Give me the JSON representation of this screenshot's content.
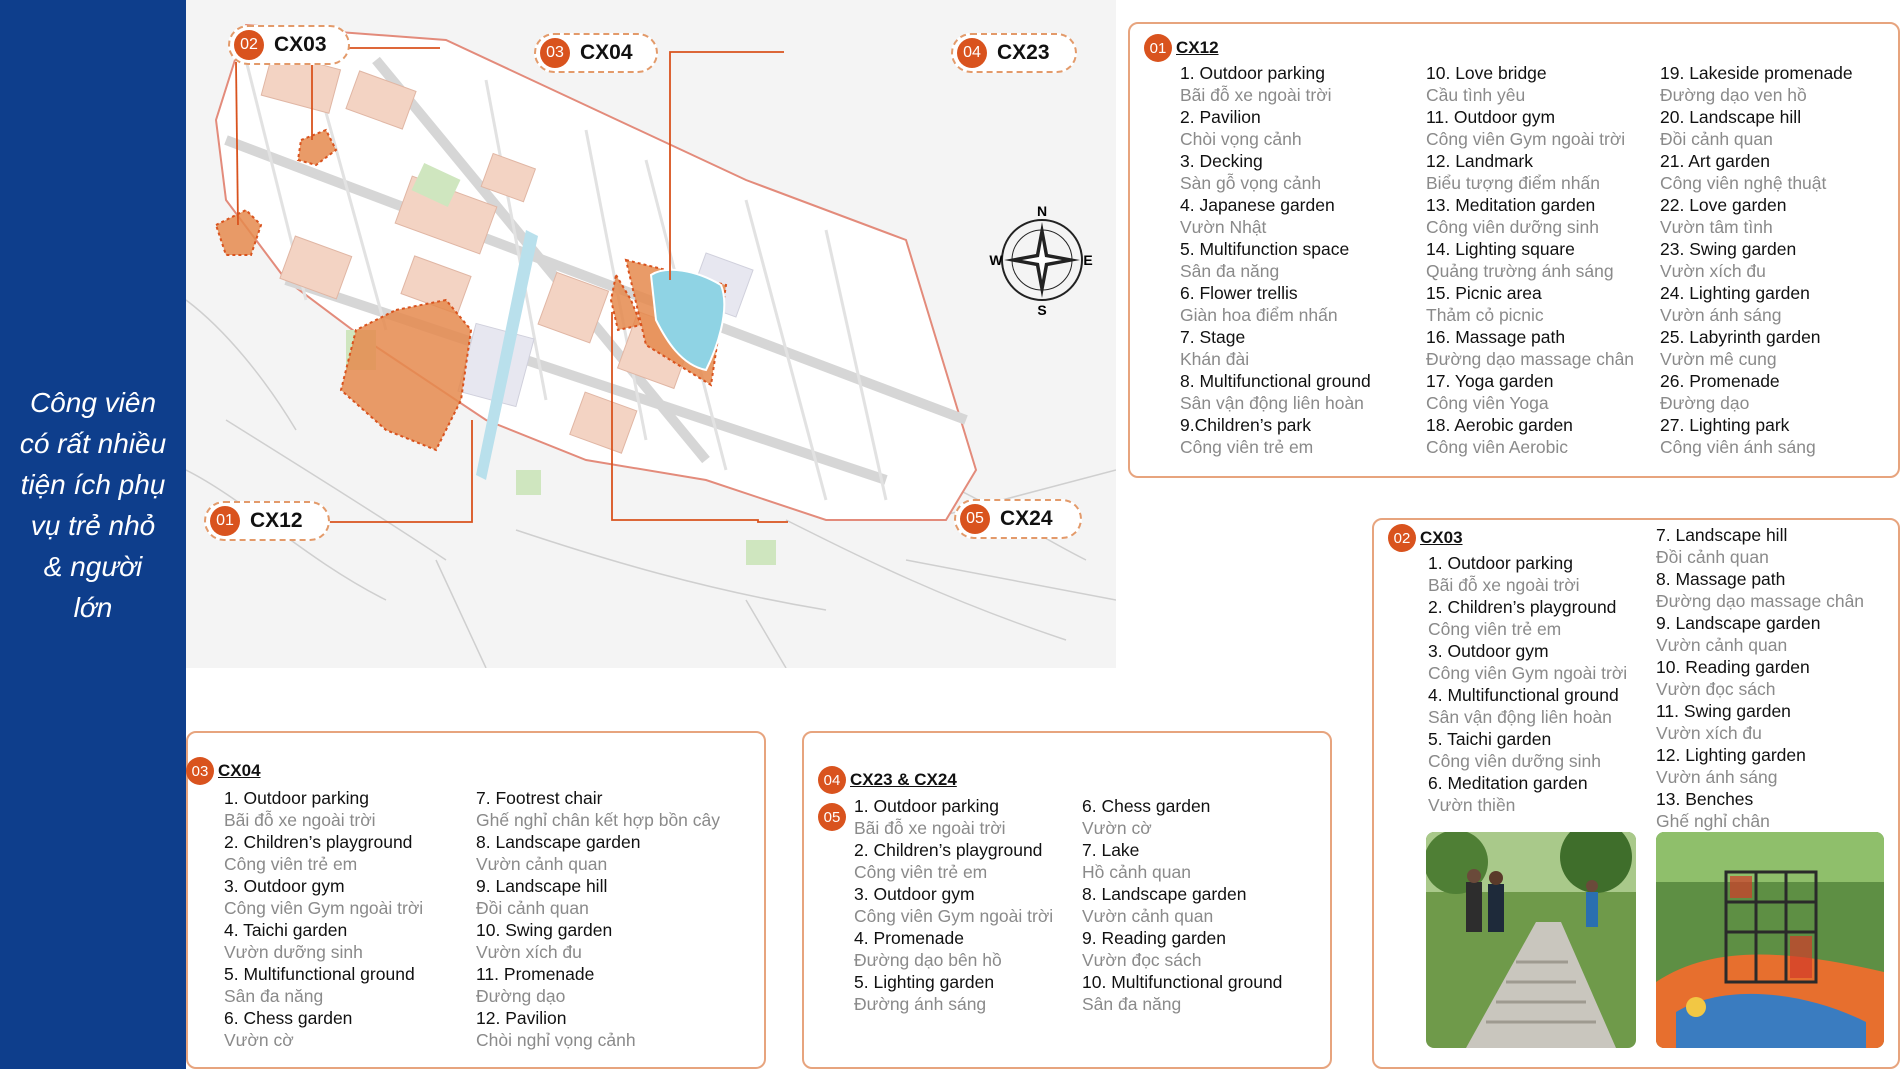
{
  "sidebar": {
    "lines": [
      "Công viên",
      "có rất nhiều",
      "tiện ích phụ",
      "vụ trẻ nhỏ",
      "& người",
      "lớn"
    ]
  },
  "colors": {
    "sidebar": "#0e3e8c",
    "accent": "#d9531e",
    "border": "#e7a47e"
  },
  "map": {
    "compass": [
      "N",
      "E",
      "S",
      "W"
    ],
    "labels": [
      {
        "num": "02",
        "code": "CX03"
      },
      {
        "num": "03",
        "code": "CX04"
      },
      {
        "num": "04",
        "code": "CX23"
      },
      {
        "num": "01",
        "code": "CX12"
      },
      {
        "num": "05",
        "code": "CX24"
      }
    ]
  },
  "cx12": {
    "num": "01",
    "title": "CX12",
    "columns": [
      [
        {
          "en": "1. Outdoor parking",
          "vi": "Bãi đỗ xe ngoài trời"
        },
        {
          "en": "2. Pavilion",
          "vi": "Chòi vọng cảnh"
        },
        {
          "en": "3. Decking",
          "vi": "Sàn gỗ vọng cảnh"
        },
        {
          "en": "4. Japanese garden",
          "vi": "Vườn Nhật"
        },
        {
          "en": "5. Multifunction space",
          "vi": "Sân đa năng"
        },
        {
          "en": "6. Flower trellis",
          "vi": "Giàn hoa điểm nhấn"
        },
        {
          "en": "7. Stage",
          "vi": "Khán đài"
        },
        {
          "en": "8. Multifunctional ground",
          "vi": "Sân vận động liên hoàn"
        },
        {
          "en": "9.Children’s park",
          "vi": "Công viên trẻ em"
        }
      ],
      [
        {
          "en": "10. Love bridge",
          "vi": "Cầu tình yêu"
        },
        {
          "en": "11. Outdoor gym",
          "vi": "Công viên Gym ngoài trời"
        },
        {
          "en": "12. Landmark",
          "vi": "Biểu tượng điểm nhấn"
        },
        {
          "en": "13. Meditation garden",
          "vi": "Công viên dưỡng sinh"
        },
        {
          "en": "14. Lighting square",
          "vi": "Quảng trường ánh sáng"
        },
        {
          "en": "15. Picnic area",
          "vi": "Thảm cỏ picnic"
        },
        {
          "en": "16. Massage path",
          "vi": "Đường dạo massage chân"
        },
        {
          "en": "17. Yoga garden",
          "vi": "Công viên Yoga"
        },
        {
          "en": "18. Aerobic garden",
          "vi": "Công viên Aerobic"
        }
      ],
      [
        {
          "en": "19.  Lakeside promenade",
          "vi": "Đường dạo ven hồ"
        },
        {
          "en": "20. Landscape hill",
          "vi": "Đồi cảnh quan"
        },
        {
          "en": "21. Art garden",
          "vi": "Công viên nghệ thuật"
        },
        {
          "en": "22. Love garden",
          "vi": "Vườn tâm tình"
        },
        {
          "en": "23. Swing garden",
          "vi": "Vườn xích đu"
        },
        {
          "en": "24. Lighting garden",
          "vi": "Vườn ánh sáng"
        },
        {
          "en": "25. Labyrinth garden",
          "vi": "Vườn mê cung"
        },
        {
          "en": "26. Promenade",
          "vi": "Đường dạo"
        },
        {
          "en": "27. Lighting park",
          "vi": "Công viên ánh sáng"
        }
      ]
    ]
  },
  "cx03": {
    "num": "02",
    "title": "CX03",
    "columns": [
      [
        {
          "en": "1. Outdoor parking",
          "vi": "Bãi đỗ xe ngoài trời"
        },
        {
          "en": "2. Children’s playground",
          "vi": "Công viên trẻ em"
        },
        {
          "en": "3. Outdoor gym",
          "vi": "Công viên Gym ngoài trời"
        },
        {
          "en": "4. Multifunctional ground",
          "vi": "Sân vận động liên hoàn"
        },
        {
          "en": "5. Taichi garden",
          "vi": "Công viên dưỡng sinh"
        },
        {
          "en": "6. Meditation garden",
          "vi": "Vườn thiền"
        }
      ],
      [
        {
          "en": "7. Landscape hill",
          "vi": "Đồi cảnh quan"
        },
        {
          "en": "8. Massage path",
          "vi": "Đường dạo massage chân"
        },
        {
          "en": "9. Landscape garden",
          "vi": "Vườn cảnh quan"
        },
        {
          "en": "10. Reading garden",
          "vi": "Vườn đọc sách"
        },
        {
          "en": "11. Swing garden",
          "vi": "Vườn xích đu"
        },
        {
          "en": "12. Lighting garden",
          "vi": "Vườn ánh sáng"
        },
        {
          "en": "13. Benches",
          "vi": "Ghế nghỉ chân"
        }
      ]
    ]
  },
  "cx04": {
    "num": "03",
    "title": "CX04",
    "columns": [
      [
        {
          "en": "1. Outdoor parking",
          "vi": "Bãi đỗ xe ngoài trời"
        },
        {
          "en": "2. Children’s playground",
          "vi": "Công viên trẻ em"
        },
        {
          "en": "3. Outdoor gym",
          "vi": "Công viên Gym ngoài trời"
        },
        {
          "en": "4. Taichi garden",
          "vi": "Vườn dưỡng sinh"
        },
        {
          "en": "5. Multifunctional ground",
          "vi": "Sân đa năng"
        },
        {
          "en": "6. Chess garden",
          "vi": "Vườn cờ"
        }
      ],
      [
        {
          "en": "7. Footrest chair",
          "vi": "Ghế nghỉ chân kết hợp bồn cây"
        },
        {
          "en": "8. Landscape garden",
          "vi": "Vườn cảnh quan"
        },
        {
          "en": "9. Landscape hill",
          "vi": "Đồi cảnh quan"
        },
        {
          "en": "10. Swing garden",
          "vi": "Vườn xích đu"
        },
        {
          "en": "11. Promenade",
          "vi": "Đường dạo"
        },
        {
          "en": "12. Pavilion",
          "vi": "Chòi nghỉ vọng cảnh"
        }
      ]
    ]
  },
  "cx2324": {
    "num1": "04",
    "num2": "05",
    "title": "CX23 & CX24",
    "columns": [
      [
        {
          "en": "1. Outdoor parking",
          "vi": "Bãi đỗ xe ngoài trời"
        },
        {
          "en": "2. Children’s playground",
          "vi": "Công viên trẻ em"
        },
        {
          "en": "3. Outdoor gym",
          "vi": "Công viên Gym ngoài trời"
        },
        {
          "en": "4. Promenade",
          "vi": "Đường dạo bên hồ"
        },
        {
          "en": "5. Lighting garden",
          "vi": "Đường ánh sáng"
        }
      ],
      [
        {
          "en": "6. Chess garden",
          "vi": "Vườn cờ"
        },
        {
          "en": "7. Lake",
          "vi": "Hồ cảnh quan"
        },
        {
          "en": "8. Landscape garden",
          "vi": "Vườn cảnh quan"
        },
        {
          "en": "9. Reading garden",
          "vi": "Vườn đọc sách"
        },
        {
          "en": "10. Multifunctional ground",
          "vi": "Sân đa năng"
        }
      ]
    ]
  }
}
